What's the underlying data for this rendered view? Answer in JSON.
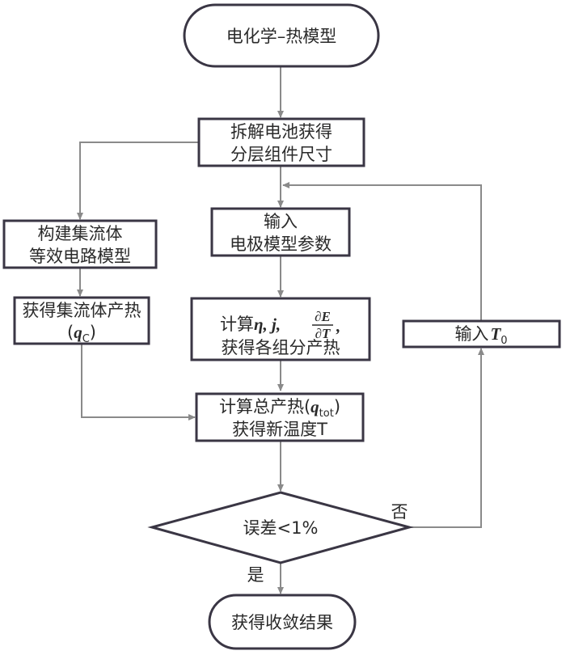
{
  "diagram": {
    "type": "flowchart",
    "accent_colors": {
      "node_border": "#3a3644",
      "edge": "#8a8a8a",
      "text": "#2a2a2a"
    },
    "nodes": {
      "start": {
        "shape": "terminal",
        "line1": "电化学–热模型"
      },
      "disassemble": {
        "shape": "process",
        "line1": "拆解电池获得",
        "line2": "分层组件尺寸"
      },
      "collector_model": {
        "shape": "process",
        "line1": "构建集流体",
        "line2": "等效电路模型"
      },
      "collector_heat": {
        "shape": "process",
        "line1": "获得集流体产热",
        "line2_open": "(",
        "line2_var": "q",
        "line2_sub": "C",
        "line2_close": ")"
      },
      "electrode_params": {
        "shape": "process",
        "line1": "输入",
        "line2": "电极模型参数"
      },
      "compute_components": {
        "shape": "process",
        "line1_prefix": "计算",
        "line1_vars": "η, j, ",
        "frac_num": "∂E",
        "frac_den": "∂T",
        "line1_suffix": ",",
        "line2": "获得各组分产热"
      },
      "total_heat": {
        "shape": "process",
        "line1_prefix": "计算总产热(",
        "line1_var": "q",
        "line1_sub": "tot",
        "line1_close": ")",
        "line2": "获得新温度T"
      },
      "input_t0": {
        "shape": "process",
        "prefix": "输入",
        "var": "T",
        "sub": "0"
      },
      "decision": {
        "shape": "decision",
        "line1": "误差<1%"
      },
      "end": {
        "shape": "terminal",
        "line1": "获得收敛结果"
      }
    },
    "edges": [
      {
        "from": "start",
        "to": "disassemble"
      },
      {
        "from": "disassemble",
        "to": "collector_model"
      },
      {
        "from": "disassemble",
        "to": "electrode_params"
      },
      {
        "from": "collector_model",
        "to": "collector_heat"
      },
      {
        "from": "collector_heat",
        "to": "total_heat"
      },
      {
        "from": "electrode_params",
        "to": "compute_components"
      },
      {
        "from": "compute_components",
        "to": "total_heat"
      },
      {
        "from": "total_heat",
        "to": "decision"
      },
      {
        "from": "decision",
        "to": "input_t0",
        "label": "否"
      },
      {
        "from": "input_t0",
        "to": "electrode_params"
      },
      {
        "from": "decision",
        "to": "end",
        "label": "是"
      }
    ],
    "edge_labels": {
      "no": "否",
      "yes": "是"
    }
  }
}
